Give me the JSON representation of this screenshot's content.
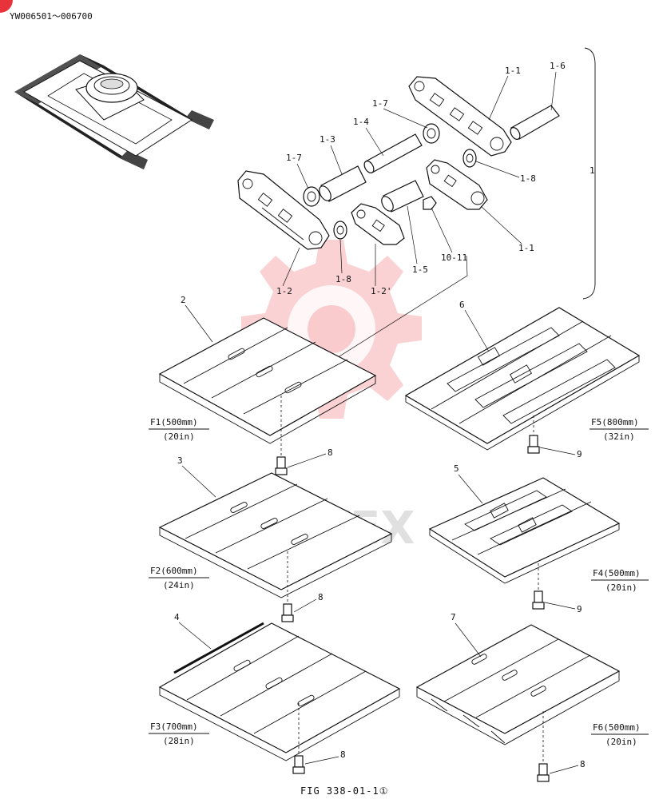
{
  "header": {
    "serial_range": "YW006501～006700"
  },
  "figure_caption": "FIG 338-01-1①",
  "watermark": {
    "text": "VLITEX",
    "color": "#e8333a"
  },
  "callouts": {
    "c_1_1_top": "1-1",
    "c_1_6": "1-6",
    "c_1_7_top": "1-7",
    "c_1_4": "1-4",
    "c_1_3": "1-3",
    "c_1_7_left": "1-7",
    "c_1_8_right": "1-8",
    "c_1": "1",
    "c_1_1_bottom": "1-1",
    "c_10_11": "10-11",
    "c_1_5": "1-5",
    "c_1_8_mid": "1-8",
    "c_1_2": "1-2",
    "c_1_2b": "1-2'",
    "c_2": "2",
    "c_3": "3",
    "c_4": "4",
    "c_5": "5",
    "c_6": "6",
    "c_7": "7",
    "c_8_a": "8",
    "c_8_b": "8",
    "c_8_c": "8",
    "c_8_d": "8",
    "c_9_a": "9",
    "c_9_b": "9"
  },
  "shoe_captions": {
    "f1_size": "F1(500mm)",
    "f1_in": "(20in)",
    "f2_size": "F2(600mm)",
    "f2_in": "(24in)",
    "f3_size": "F3(700mm)",
    "f3_in": "(28in)",
    "f4_size": "F4(500mm)",
    "f4_in": "(20in)",
    "f5_size": "F5(800mm)",
    "f5_in": "(32in)",
    "f6_size": "F6(500mm)",
    "f6_in": "(20in)"
  }
}
